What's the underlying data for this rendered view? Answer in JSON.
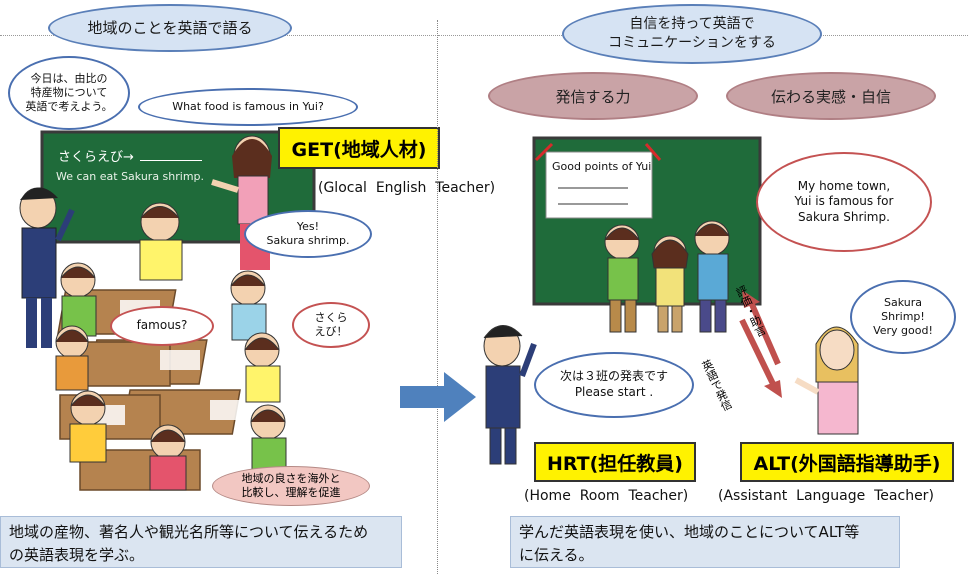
{
  "left": {
    "heading": "地域のことを英語で語る",
    "teacher_bubble": [
      "今日は、由比の",
      "特産物について",
      "英語で考えよう。"
    ],
    "question_bubble": "What food is famous in Yui?",
    "board_line1": "さくらえび→",
    "board_line2": "We can eat Sakura shrimp.",
    "badge": "GET(地域人材)",
    "badge_sub": "(Glocal  English  Teacher)",
    "answer_bubble": [
      "Yes!",
      "Sakura shrimp."
    ],
    "famous_bubble": "famous?",
    "sakura_bubble": [
      "さくら",
      "えび！"
    ],
    "compare_bubble": [
      "地域の良さを海外と",
      "比較し、理解を促進"
    ],
    "bottom": [
      "地域の産物、著名人や観光名所等について伝えるため",
      "の英語表現を学ぶ。"
    ]
  },
  "right": {
    "heading": [
      "自信を持って英語で",
      "コミュニケーションをする"
    ],
    "pill1": "発信する力",
    "pill2": "伝わる実感・自信",
    "board_title": "Good points of Yui",
    "student_bubble": [
      "My home town,",
      "Yui is famous for",
      "Sakura Shrimp."
    ],
    "alt_bubble": [
      "Sakura",
      "Shrimp!",
      "Very good!"
    ],
    "hrt_bubble": [
      "次は３班の発表です",
      "Please start ."
    ],
    "arrow_upper_label": "評価・助言",
    "arrow_lower_label": "英語で発信",
    "badge_hrt": "HRT(担任教員)",
    "badge_alt": "ALT(外国語指導助手)",
    "hrt_sub": "(Home  Room  Teacher)",
    "alt_sub": "(Assistant  Language  Teacher)",
    "bottom": [
      "学んだ英語表現を使い、地域のことについてALT等",
      "に伝える。"
    ]
  },
  "colors": {
    "board": "#1f6b3a",
    "oval_fill": "#d6e3f3",
    "oval_border": "#5a7fb8",
    "badge_fill": "#fff200",
    "pill_fill": "#c9a3a6",
    "arrow_blue": "#4f81bd",
    "arrow_red": "#c0504d"
  }
}
